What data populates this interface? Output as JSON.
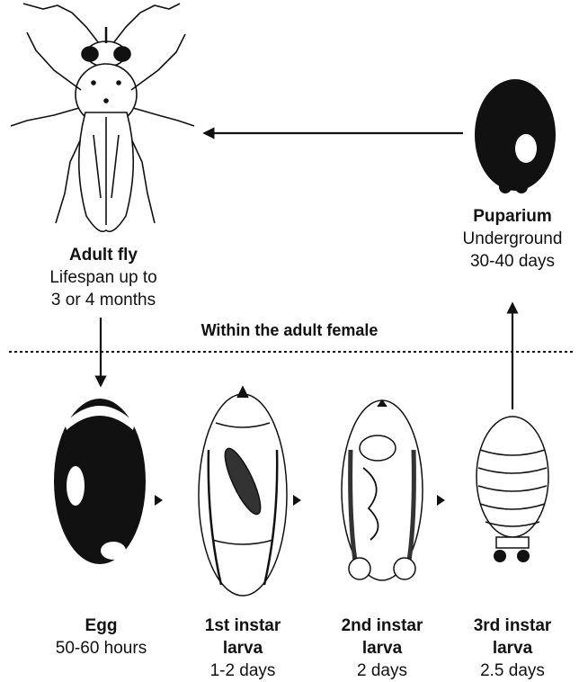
{
  "adult": {
    "name": "Adult fly",
    "line1": "Lifespan up to",
    "line2": "3 or 4 months"
  },
  "puparium": {
    "name": "Puparium",
    "line1": "Underground",
    "line2": "30-40 days"
  },
  "divider_label": "Within the adult female",
  "stages": [
    {
      "name": "Egg",
      "line1": "50-60 hours",
      "line2": ""
    },
    {
      "name": "1st instar",
      "name2": "larva",
      "line2": "1-2 days"
    },
    {
      "name": "2nd instar",
      "name2": "larva",
      "line2": "2 days"
    },
    {
      "name": "3rd instar",
      "name2": "larva",
      "line2": "2.5 days"
    }
  ]
}
